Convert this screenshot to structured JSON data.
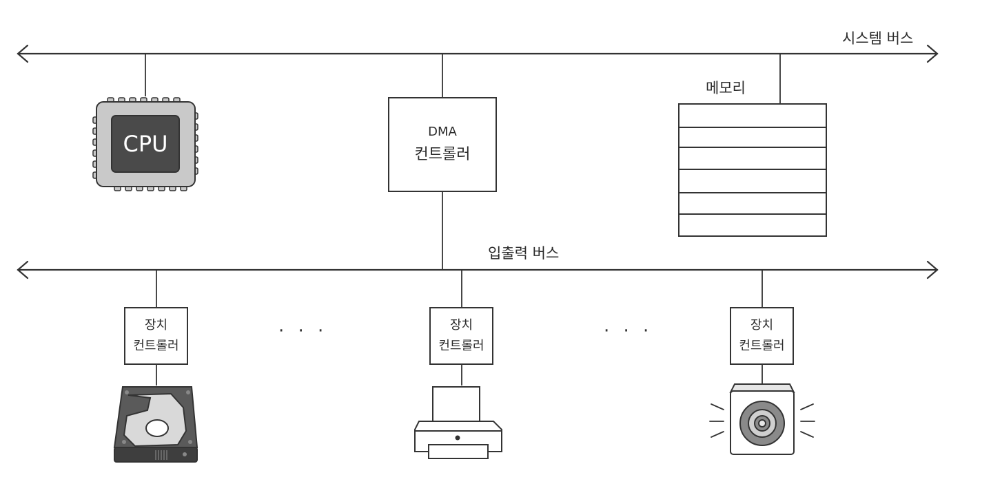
{
  "system_bus": {
    "label": "시스템 버스"
  },
  "io_bus": {
    "label": "입출력 버스"
  },
  "cpu": {
    "label": "CPU"
  },
  "dma_controller": {
    "line1": "DMA",
    "line2": "컨트롤러"
  },
  "memory": {
    "label": "메모리",
    "rows": 6
  },
  "device_controllers": [
    {
      "line1": "장치",
      "line2": "컨트롤러",
      "device": "hard-disk"
    },
    {
      "line1": "장치",
      "line2": "컨트롤러",
      "device": "printer"
    },
    {
      "line1": "장치",
      "line2": "컨트롤러",
      "device": "speaker"
    }
  ],
  "ellipsis": "· · ·",
  "colors": {
    "line": "#333333",
    "chip_body": "#c9c9c9",
    "chip_core": "#4a4a4a",
    "disk_body": "#5a5a5a",
    "disk_platter": "#d9d9d9"
  }
}
